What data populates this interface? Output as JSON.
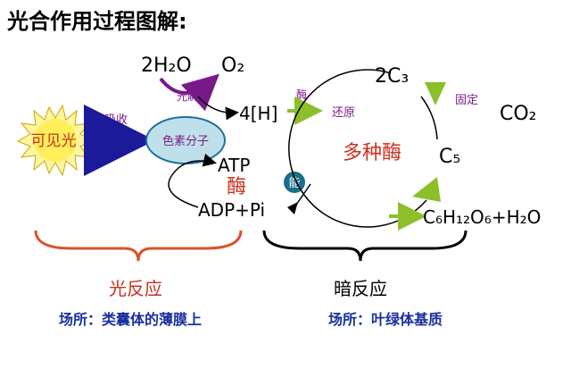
{
  "title": "光合作用过程图解:",
  "light_reaction": {
    "name": "光反应",
    "location": "场所：类囊体的薄膜上",
    "light_source": "可见光",
    "absorb": "吸收",
    "pigment": "色素分子",
    "water": "2H₂O",
    "oxygen": "O₂",
    "photolysis": "光解",
    "hydrogen": "4[H]",
    "atp": "ATP",
    "adp": "ADP+Pi",
    "enzyme": "酶",
    "energy": "能"
  },
  "dark_reaction": {
    "name": "暗反应",
    "location": "场所：叶绿体基质",
    "enzyme_small": "酶",
    "reduce": "还原",
    "c3": "2C₃",
    "fix": "固定",
    "co2": "CO₂",
    "many_enzymes": "多种酶",
    "c5": "C₅",
    "product": "C₆H₁₂O₆+H₂O"
  },
  "colors": {
    "purple": "#7a1a8a",
    "green": "#8cbf2a",
    "red": "#c8321e",
    "blue": "#1a2fa0",
    "brace_orange": "#d9532a",
    "pigment_fill": "#bfe0ea"
  }
}
